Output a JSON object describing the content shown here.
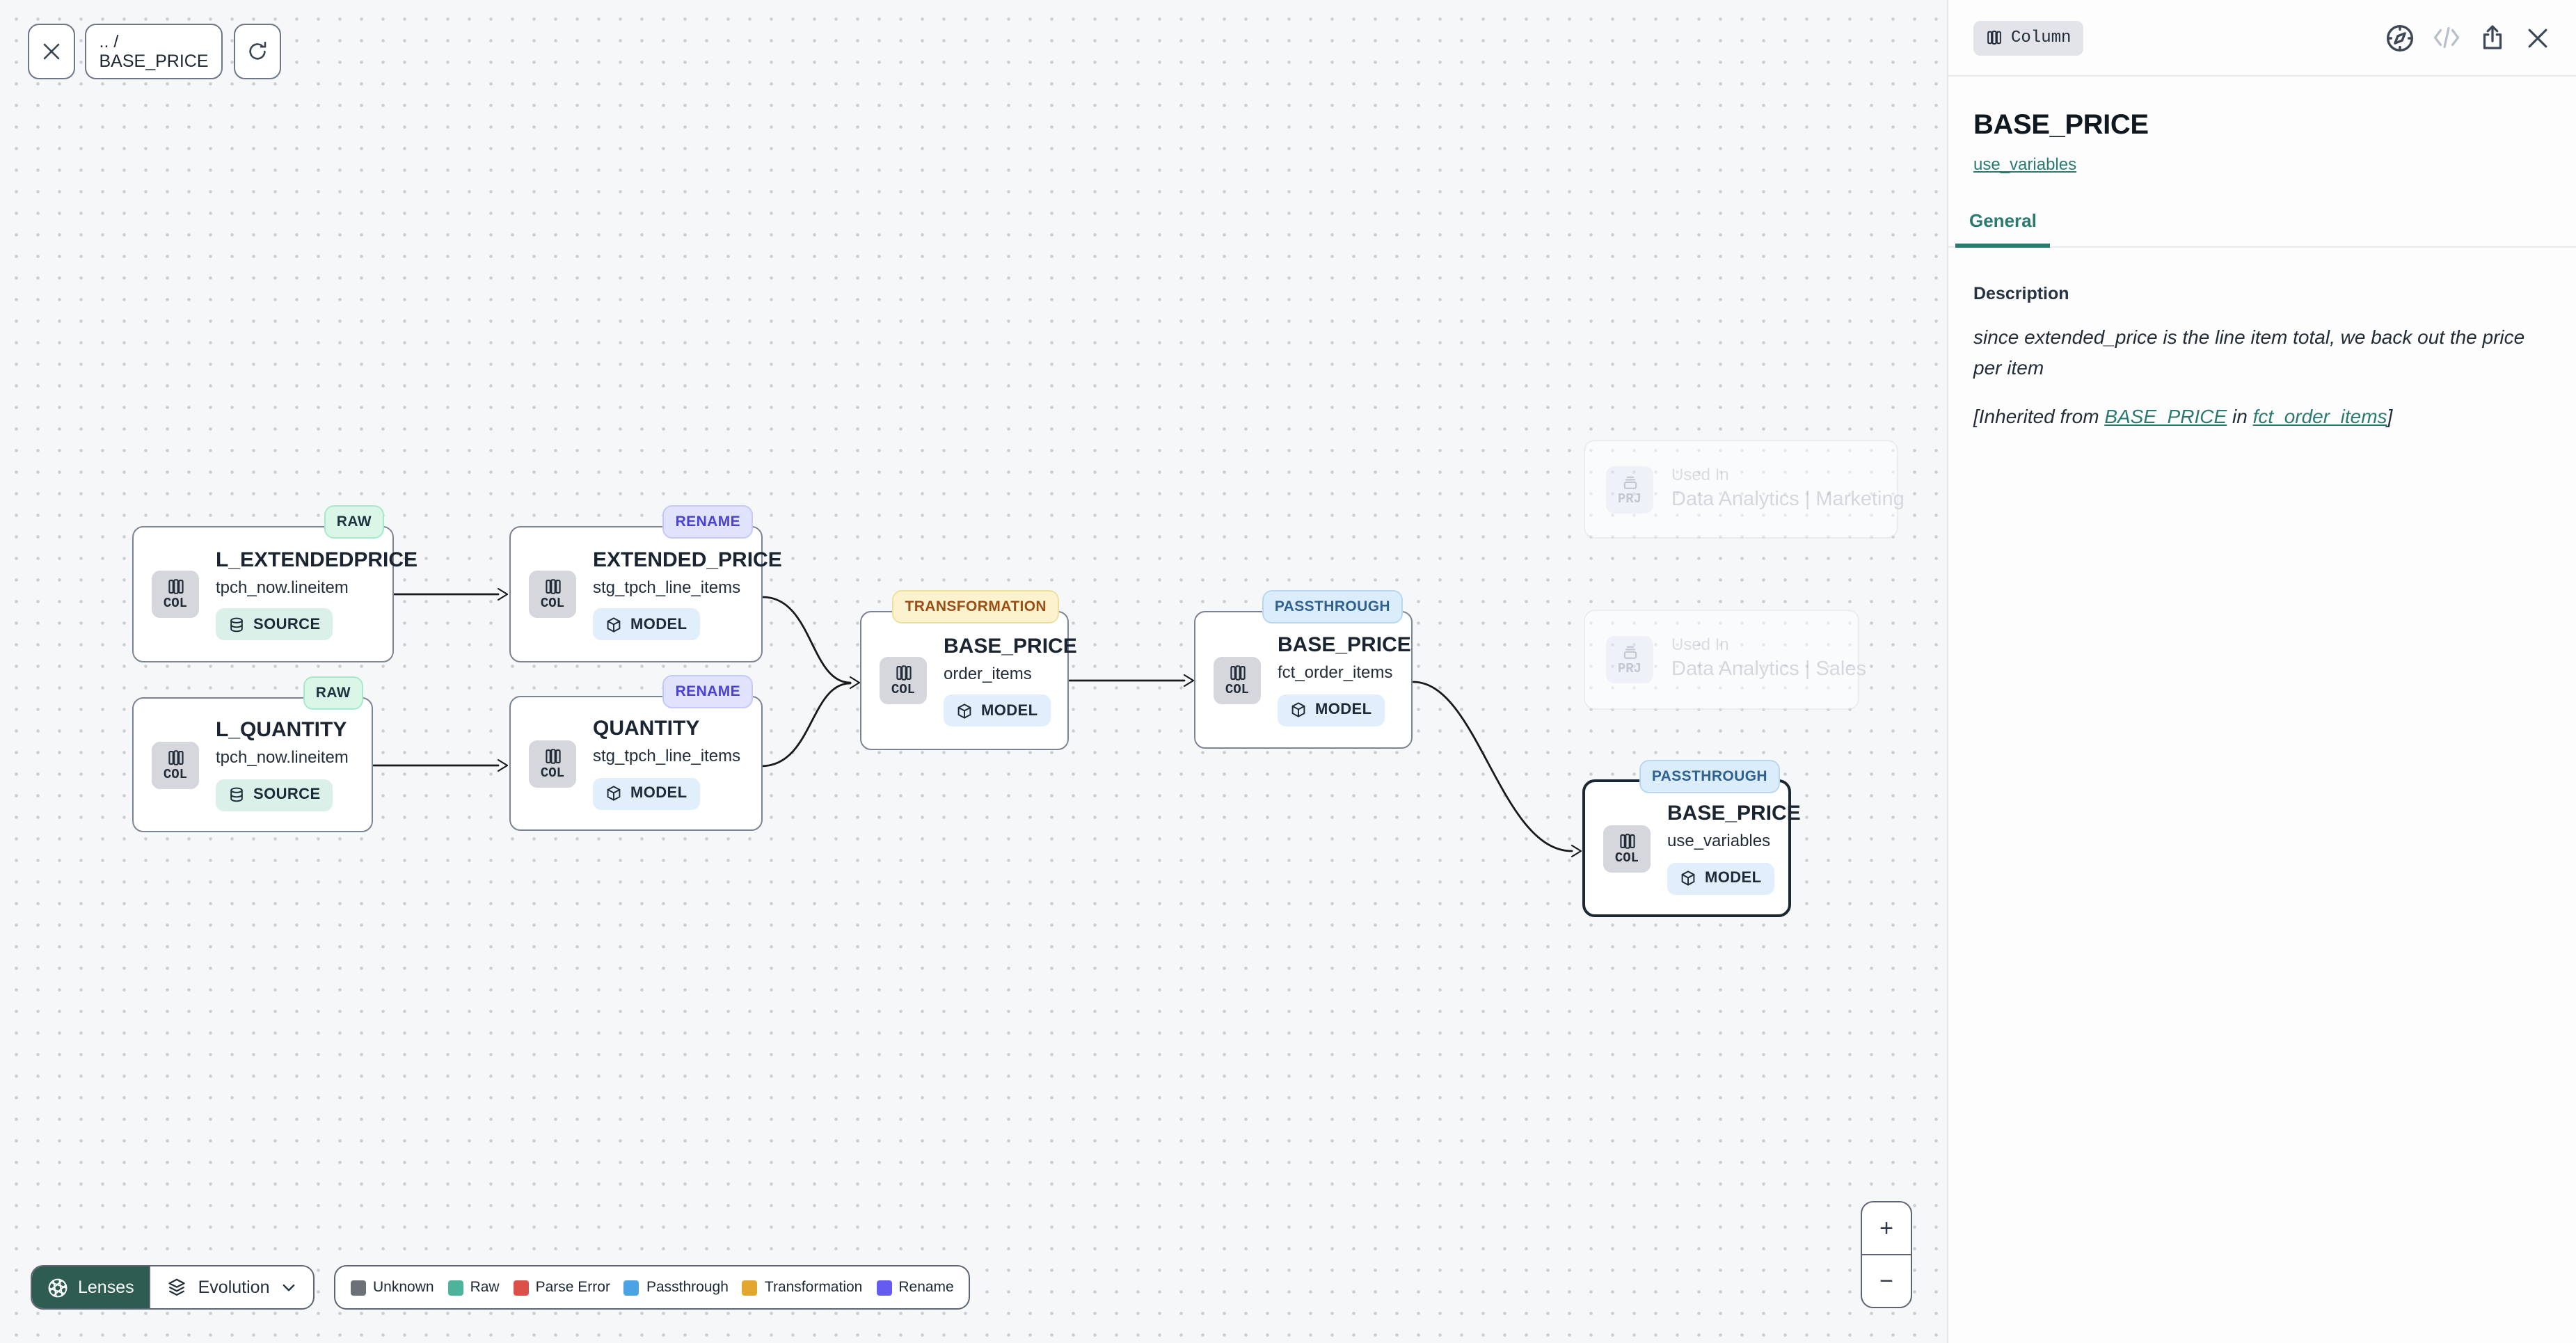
{
  "toolbar": {
    "breadcrumb": ".. / BASE_PRICE",
    "icons": [
      "close-icon",
      "refresh-icon"
    ]
  },
  "graph": {
    "nodes": [
      {
        "badge": "RAW",
        "title": "L_EXTENDEDPRICE",
        "subtitle": "tpch_now.lineitem",
        "chip": "SOURCE",
        "icon_label": "COL",
        "selected": false
      },
      {
        "badge": "RAW",
        "title": "L_QUANTITY",
        "subtitle": "tpch_now.lineitem",
        "chip": "SOURCE",
        "icon_label": "COL",
        "selected": false
      },
      {
        "badge": "RENAME",
        "title": "EXTENDED_PRICE",
        "subtitle": "stg_tpch_line_items",
        "chip": "MODEL",
        "icon_label": "COL",
        "selected": false
      },
      {
        "badge": "RENAME",
        "title": "QUANTITY",
        "subtitle": "stg_tpch_line_items",
        "chip": "MODEL",
        "icon_label": "COL",
        "selected": false
      },
      {
        "badge": "TRANSFORMATION",
        "title": "BASE_PRICE",
        "subtitle": "order_items",
        "chip": "MODEL",
        "icon_label": "COL",
        "selected": false
      },
      {
        "badge": "PASSTHROUGH",
        "title": "BASE_PRICE",
        "subtitle": "fct_order_items",
        "chip": "MODEL",
        "icon_label": "COL",
        "selected": false
      },
      {
        "badge": "PASSTHROUGH",
        "title": "BASE_PRICE",
        "subtitle": "use_variables",
        "chip": "MODEL",
        "icon_label": "COL",
        "selected": true
      }
    ],
    "used_in": [
      {
        "label": "Used In",
        "name": "Data Analytics | Marketing",
        "icon_label": "PRJ"
      },
      {
        "label": "Used In",
        "name": "Data Analytics | Sales",
        "icon_label": "PRJ"
      }
    ]
  },
  "footer": {
    "lenses_label": "Lenses",
    "lens_selected": "Evolution",
    "lenses_icon": "aperture-icon",
    "lens_icon": "layers-icon"
  },
  "legend": {
    "items": [
      {
        "label": "Unknown",
        "color": "#6b7177"
      },
      {
        "label": "Raw",
        "color": "#4db39a"
      },
      {
        "label": "Parse Error",
        "color": "#db5149"
      },
      {
        "label": "Passthrough",
        "color": "#4ba3e3"
      },
      {
        "label": "Transformation",
        "color": "#e3a631"
      },
      {
        "label": "Rename",
        "color": "#645bf0"
      }
    ]
  },
  "zoom_controls": {
    "zoom_in": "+",
    "zoom_out": "−"
  },
  "panel": {
    "type_badge": "Column",
    "header_icons": [
      "compass-icon",
      "code-icon",
      "share-icon",
      "close-icon"
    ],
    "title": "BASE_PRICE",
    "model_link": "use_variables",
    "tabs": [
      {
        "label": "General",
        "active": true
      }
    ],
    "description_label": "Description",
    "description": "since extended_price is the line item total, we back out the price per item",
    "inherited": {
      "prefix": "[Inherited from ",
      "column_link": "BASE_PRICE",
      "middle": " in ",
      "model_link": "fct_order_items",
      "suffix": "]"
    }
  },
  "colors": {
    "accent_teal": "#2b7a70",
    "lenses_button_bg": "#2e5c50",
    "canvas_bg": "#f6f7f9",
    "edge": "#17191d",
    "node_border": "#7b8494",
    "selected_node_border": "#1c2734",
    "badge_raw_bg": "#d9f6e7",
    "badge_rename_bg": "#e1e3fd",
    "badge_rename_text": "#4a41d8",
    "badge_transformation_bg": "#fcf3ce",
    "badge_transformation_text": "#9a4e16",
    "badge_passthrough_bg": "#dbecfb",
    "badge_passthrough_text": "#2e6191",
    "chip_source_bg": "#daf0e9",
    "chip_model_bg": "#e1eefb"
  }
}
